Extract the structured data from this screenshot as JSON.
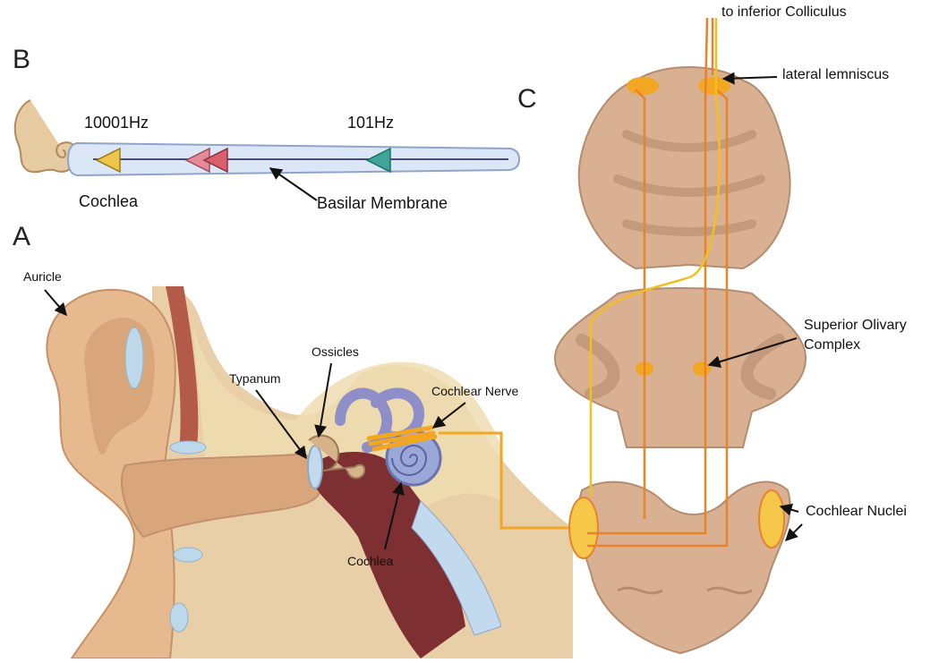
{
  "panels": {
    "a": "A",
    "b": "B",
    "c": "C"
  },
  "cochlea_strip": {
    "freq_high": "10001Hz",
    "freq_low": "101Hz",
    "cochlea_label": "Cochlea",
    "membrane_label": "Basilar Membrane"
  },
  "ear": {
    "auricle": "Auricle",
    "typanum": "Typanum",
    "ossicles": "Ossicles",
    "cochlear_nerve": "Cochlear Nerve",
    "cochlea": "Cochlea"
  },
  "brainstem": {
    "inferior_colliculus": "to inferior Colliculus",
    "lateral_lemniscus": "lateral lemniscus",
    "superior_olivary_line1": "Superior Olivary",
    "superior_olivary_line2": "Complex",
    "cochlear_nuclei": "Cochlear Nuclei"
  },
  "colors": {
    "tissue": "#d9b092",
    "tissue_dark": "#c89c7e",
    "pathway_orange": "#e8832a",
    "pathway_yellow": "#f0c020",
    "membrane_fill": "#dbe7f6",
    "marker_yellow": "#f0c64a",
    "marker_pink": "#e38b9a",
    "marker_red": "#d9606a",
    "marker_teal": "#3fa59a"
  }
}
